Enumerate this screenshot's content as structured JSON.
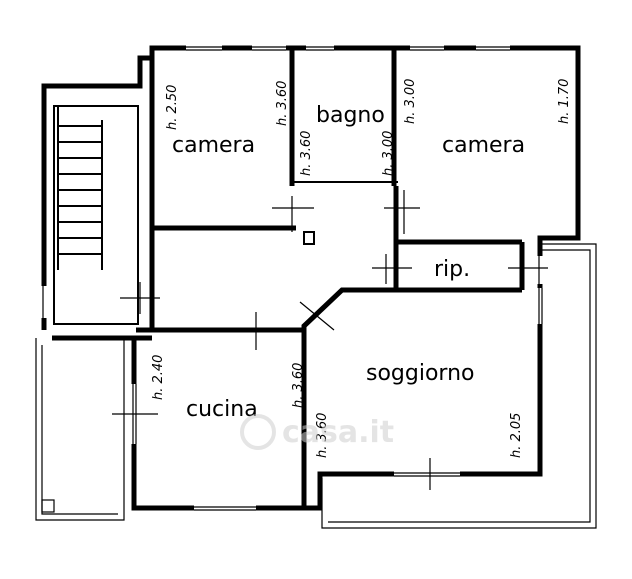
{
  "rooms": {
    "camera_left": "camera",
    "bagno": "bagno",
    "camera_right": "camera",
    "rip": "rip.",
    "soggiorno": "soggiorno",
    "cucina": "cucina"
  },
  "heights": {
    "camera_left": "h. 2.50",
    "camera_left_wall": "h. 3.60",
    "bagno_left": "h. 3.60",
    "bagno_right": "h. 3.00",
    "bagno_top_right": "h. 3.00",
    "camera_right": "h. 1.70",
    "cucina_left": "h. 2.40",
    "cucina_right": "h. 3.60",
    "soggiorno_left": "h. 3.60",
    "soggiorno_right": "h. 2.05"
  },
  "watermark": "casa.it"
}
